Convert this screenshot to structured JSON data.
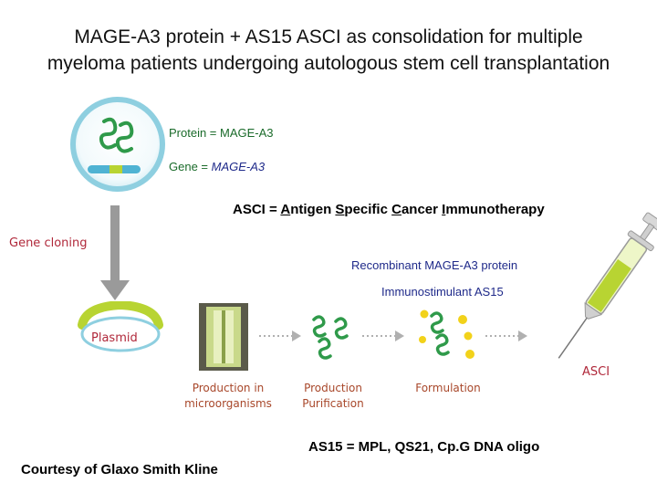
{
  "title": "MAGE-A3 protein + AS15 ASCI as consolidation for multiple myeloma patients undergoing autologous stem cell transplantation",
  "labels": {
    "protein": "Protein = MAGE-A3",
    "gene_prefix": "Gene = ",
    "gene_italic": "MAGE-A3",
    "asci_prefix": "ASCI = ",
    "asci_parts": [
      {
        "u": "A",
        "rest": "ntigen "
      },
      {
        "u": "S",
        "rest": "pecific "
      },
      {
        "u": "C",
        "rest": "ancer "
      },
      {
        "u": "I",
        "rest": "mmunotherapy"
      }
    ],
    "gene_cloning": "Gene cloning",
    "recombinant": "Recombinant MAGE-A3 protein",
    "immunostimulant": "Immunostimulant AS15",
    "plasmid": "Plasmid",
    "asci_syringe": "ASCI",
    "as15_definition": "AS15 = MPL, QS21, Cp.G DNA oligo",
    "courtesy": "Courtesy of Glaxo Smith Kline"
  },
  "steps": [
    {
      "line1": "Production in",
      "line2": "microorganisms"
    },
    {
      "line1": "Production",
      "line2": "Purification"
    },
    {
      "line1": "Formulation",
      "line2": ""
    }
  ],
  "colors": {
    "green_text": "#1a6b2a",
    "navy_text": "#1f2a8a",
    "red_text": "#b0283a",
    "rust_text": "#a8472a",
    "arrow_gray": "#9a9a9a",
    "lime": "#b8d432",
    "cell_border": "#8ecfe0"
  },
  "icons": [
    "cell-icon",
    "plasmid-icon",
    "bioreactor-icon",
    "protein-icon",
    "formulation-icon",
    "syringe-icon",
    "arrow-down-icon",
    "arrow-right-icon"
  ]
}
